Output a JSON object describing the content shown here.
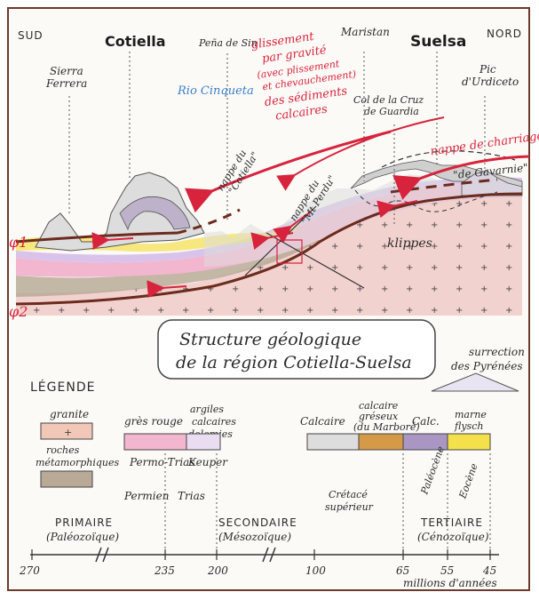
{
  "diagram": {
    "orientation": {
      "south": "SUD",
      "north": "NORD"
    },
    "peaks": [
      {
        "id": "sierra",
        "label": "Sierra\nFerrera"
      },
      {
        "id": "cotiella",
        "label": "Cotiella"
      },
      {
        "id": "pena",
        "label": "Peña de Sin"
      },
      {
        "id": "maristan",
        "label": "Maristan"
      },
      {
        "id": "suelsa",
        "label": "Suelsa"
      },
      {
        "id": "pic",
        "label": "Pic\nd'Urdiceto"
      },
      {
        "id": "col",
        "label": "Col de la Cruz\nde Guardia"
      }
    ],
    "river": "Rio Cinqueta",
    "slide_note": "glissement\npar gravité\n(avec plissement\net chevauchement)\ndes sédiments\ncalcaires",
    "nappes": {
      "cotiella": "nappe du\n\"Cotiella\"",
      "mtperdu": "nappe du\n\"Mt Perdu\"",
      "charriage": "nappe de charriage",
      "gavarnie": "\"de Gavarnie\""
    },
    "klippes": "klippes",
    "faults": {
      "phi1": "φ1",
      "phi2": "φ2"
    },
    "title": "Structure géologique\nde la région Cotiella-Suelsa",
    "surrection": "surrection\ndes Pyrénées",
    "legend_title": "LÉGENDE",
    "legend": {
      "granite": "granite",
      "roches": "roches\nmétamorphiques",
      "gres": "grès rouge",
      "argiles": "argiles\ncalcaires\ndolomies",
      "permotrias": "Permo-Trias",
      "keuper": "Keuper",
      "calcaire": "Calcaire",
      "calc_greseux": "calcaire\ngréseux\n(du Marboré)",
      "calc": "Calc.",
      "marne": "marne\nflysch"
    },
    "periods": {
      "permien": "Permien",
      "trias": "Trias",
      "cretace": "Crétacé\nsupérieur",
      "paleocene": "Paléocène",
      "eocene": "Eocène"
    },
    "eras": {
      "primaire": "PRIMAIRE",
      "paleozoique": "(Paléozoïque)",
      "secondaire": "SECONDAIRE",
      "mesozoique": "(Mésozoïque)",
      "tertiaire": "TERTIAIRE",
      "cenozoique": "(Cénozoïque)"
    },
    "timeline_ticks": [
      "270",
      "235",
      "200",
      "100",
      "65",
      "55",
      "45"
    ],
    "timeline_unit": "millions d'années",
    "colors": {
      "granite": "#f1c7b8",
      "metamorphic": "#b9aa98",
      "gres_rouge": "#f2b6cf",
      "keuper": "#eadcf1",
      "calcaire": "#dddddd",
      "calc_greseux": "#d49a48",
      "calc": "#a996c2",
      "flysch": "#f3e04a",
      "accent_red": "#d8233c",
      "river_blue": "#3b7fc8"
    }
  }
}
